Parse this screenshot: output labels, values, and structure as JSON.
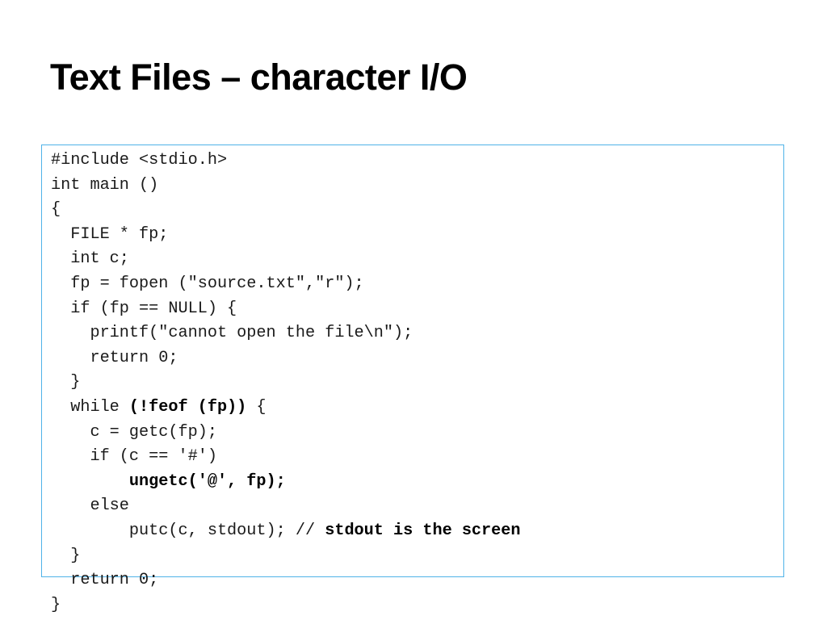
{
  "slide": {
    "title": "Text Files – character I/O"
  },
  "code": {
    "lines": [
      [
        {
          "text": "#include <stdio.h>"
        }
      ],
      [
        {
          "text": "int main ()"
        }
      ],
      [
        {
          "text": "{"
        }
      ],
      [
        {
          "text": "  FILE * fp;"
        }
      ],
      [
        {
          "text": "  int c;"
        }
      ],
      [
        {
          "text": "  fp = fopen (\"source.txt\",\"r\");"
        }
      ],
      [
        {
          "text": "  if (fp == NULL) {"
        }
      ],
      [
        {
          "text": "    printf(\"cannot open the file\\n\");"
        }
      ],
      [
        {
          "text": "    return 0;"
        }
      ],
      [
        {
          "text": "  }"
        }
      ],
      [
        {
          "text": "  while "
        },
        {
          "text": "(!feof (fp))",
          "bold": true
        },
        {
          "text": " {"
        }
      ],
      [
        {
          "text": "    c = getc(fp);"
        }
      ],
      [
        {
          "text": "    if (c == '#')"
        }
      ],
      [
        {
          "text": "        "
        },
        {
          "text": "ungetc('@', fp);",
          "bold": true
        }
      ],
      [
        {
          "text": "    else"
        }
      ],
      [
        {
          "text": "        putc(c, stdout); // "
        },
        {
          "text": "stdout is the screen",
          "bold": true
        }
      ],
      [
        {
          "text": "  }"
        }
      ],
      [
        {
          "text": "  return 0;"
        }
      ],
      [
        {
          "text": "}"
        }
      ]
    ]
  }
}
